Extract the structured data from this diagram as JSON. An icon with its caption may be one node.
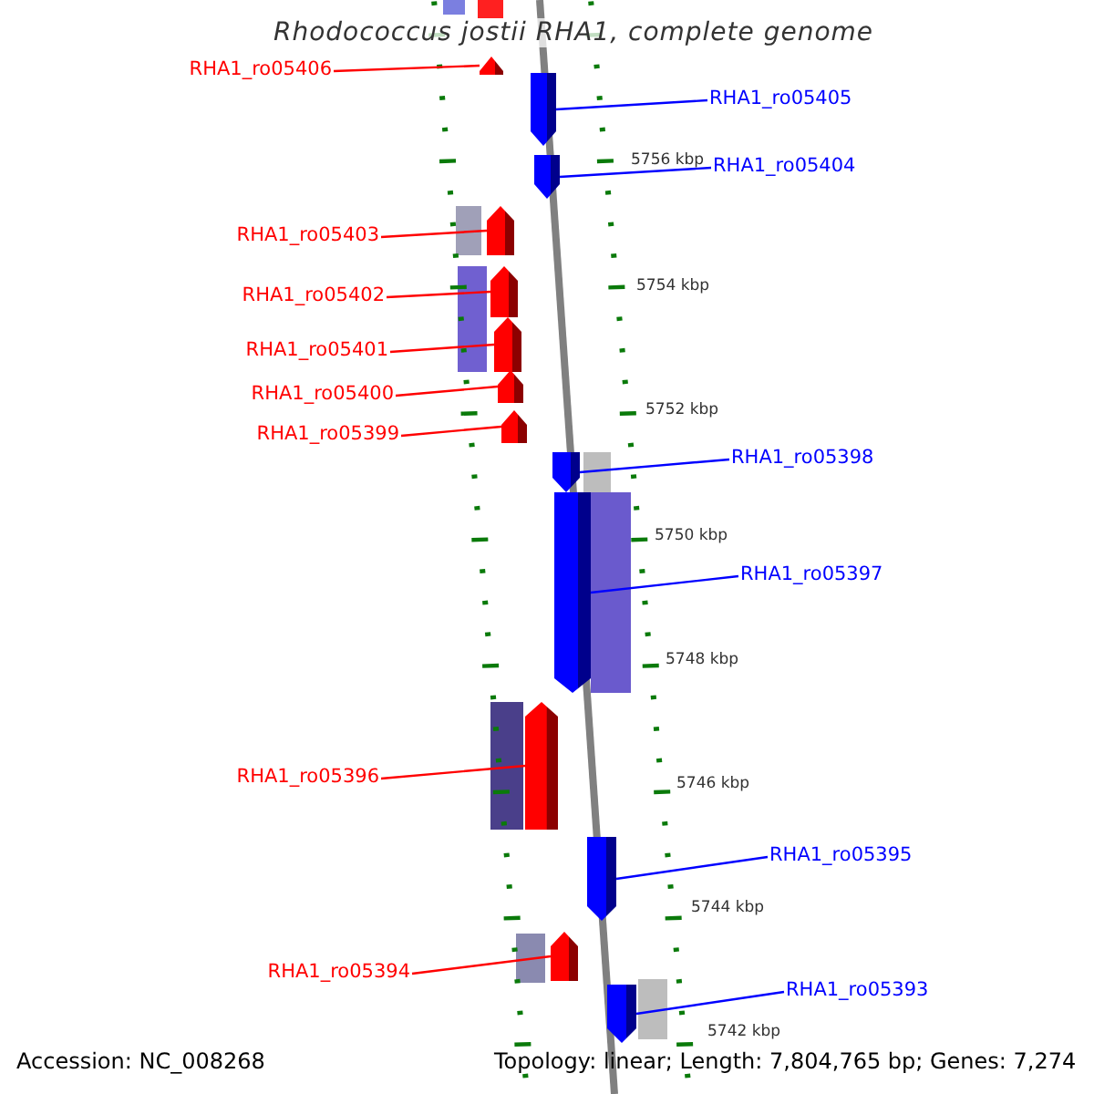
{
  "diagram": {
    "title": "Rhodococcus jostii RHA1, complete genome",
    "nodes": [
      {
        "text": [
          "RHA1_ro05406"
        ]
      },
      {
        "text": [
          "RHA1_ro05405"
        ]
      },
      {
        "text": [
          "RHA1_ro05404"
        ]
      },
      {
        "text": [
          "RHA1_ro05403"
        ]
      },
      {
        "text": [
          "RHA1_ro05402"
        ]
      },
      {
        "text": [
          "RHA1_ro05401"
        ]
      },
      {
        "text": [
          "RHA1_ro05400"
        ]
      },
      {
        "text": [
          "RHA1_ro05399"
        ]
      },
      {
        "text": [
          "RHA1_ro05398"
        ]
      },
      {
        "text": [
          "RHA1_ro05397"
        ]
      },
      {
        "text": [
          "RHA1_ro05396"
        ]
      },
      {
        "text": [
          "RHA1_ro05395"
        ]
      },
      {
        "text": [
          "RHA1_ro05394"
        ]
      },
      {
        "text": [
          "RHA1_ro05393"
        ]
      },
      {
        "text": [],
        "shape": "pentagon"
      },
      {
        "text": [],
        "shape": "pentagon"
      },
      {
        "text": [],
        "shape": "pentagon"
      },
      {
        "text": [],
        "shape": "pentagon"
      },
      {
        "text": [],
        "shape": "pentagon"
      },
      {
        "text": [],
        "shape": "pentagon"
      },
      {
        "text": [],
        "shape": "pentagon"
      },
      {
        "text": [],
        "shape": "pentagon"
      },
      {
        "text": [],
        "shape": "pentagon"
      },
      {
        "text": [],
        "shape": "pentagon"
      },
      {
        "text": [],
        "shape": "pentagon"
      },
      {
        "text": [],
        "shape": "pentagon"
      },
      {
        "text": [],
        "shape": "pentagon"
      },
      {
        "text": [],
        "shape": "pentagon"
      }
    ],
    "edges": [
      {
        "from": 0,
        "to": 14,
        "arrow": "none"
      },
      {
        "from": 1,
        "to": 15,
        "arrow": "none",
        "color": "#0000ff"
      },
      {
        "from": 2,
        "to": 16,
        "arrow": "none",
        "color": "#0000ff"
      },
      {
        "from": 3,
        "to": 17,
        "arrow": "none"
      },
      {
        "from": 4,
        "to": 18,
        "arrow": "none"
      },
      {
        "from": 5,
        "to": 19,
        "arrow": "none"
      },
      {
        "from": 6,
        "to": 20,
        "arrow": "none"
      },
      {
        "from": 7,
        "to": 21,
        "arrow": "none"
      },
      {
        "from": 8,
        "to": 22,
        "arrow": "none",
        "color": "#0000ff"
      },
      {
        "from": 9,
        "to": 23,
        "arrow": "none",
        "color": "#0000ff"
      },
      {
        "from": 10,
        "to": 24,
        "arrow": "none"
      },
      {
        "from": 11,
        "to": 25,
        "arrow": "none",
        "color": "#0000ff"
      },
      {
        "from": 12,
        "to": 26,
        "arrow": "none"
      },
      {
        "from": 13,
        "to": 27,
        "arrow": "none",
        "color": "#0000ff"
      }
    ],
    "labels": [
      "5756 kbp",
      "5754 kbp",
      "5752 kbp",
      "5750 kbp",
      "5748 kbp",
      "5746 kbp",
      "5744 kbp",
      "5742 kbp",
      "Accession: NC_008268",
      "Topology: linear; Length: 7,804,765 bp; Genes: 7,274"
    ]
  }
}
